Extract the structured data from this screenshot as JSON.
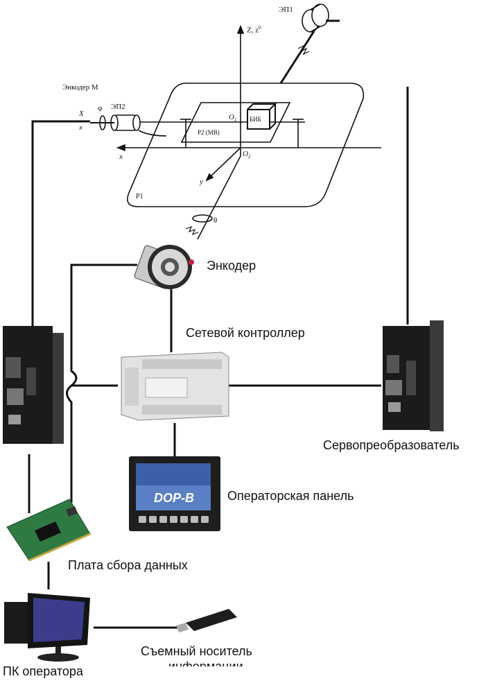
{
  "mechanics": {
    "ep1": "ЭП1",
    "ep2": "ЭП2",
    "z_axis": "Z, z",
    "z_sup": "0",
    "x_left": "X",
    "x_sub": "x",
    "phi": "φ",
    "o1": "O",
    "o1_sub": "1",
    "o2": "O",
    "o2_sub": "2",
    "p2": "P2 (MB)",
    "bib": "БИБ",
    "p1": "P1",
    "x1": "x",
    "y1": "y",
    "theta": "θ",
    "cut_label": "Энкодер M"
  },
  "devices": {
    "encoder": "Энкодер",
    "network_controller": "Сетевой контроллер",
    "servo_converter": "Сервопреобразователь",
    "operator_panel": "Операторская панель",
    "panel_screen_text": "DOP-B",
    "daq_board": "Плата сбора данных",
    "operator_pc": "ПК оператора",
    "removable_media": "Съемный носитель",
    "removable_media_2": "информации"
  }
}
